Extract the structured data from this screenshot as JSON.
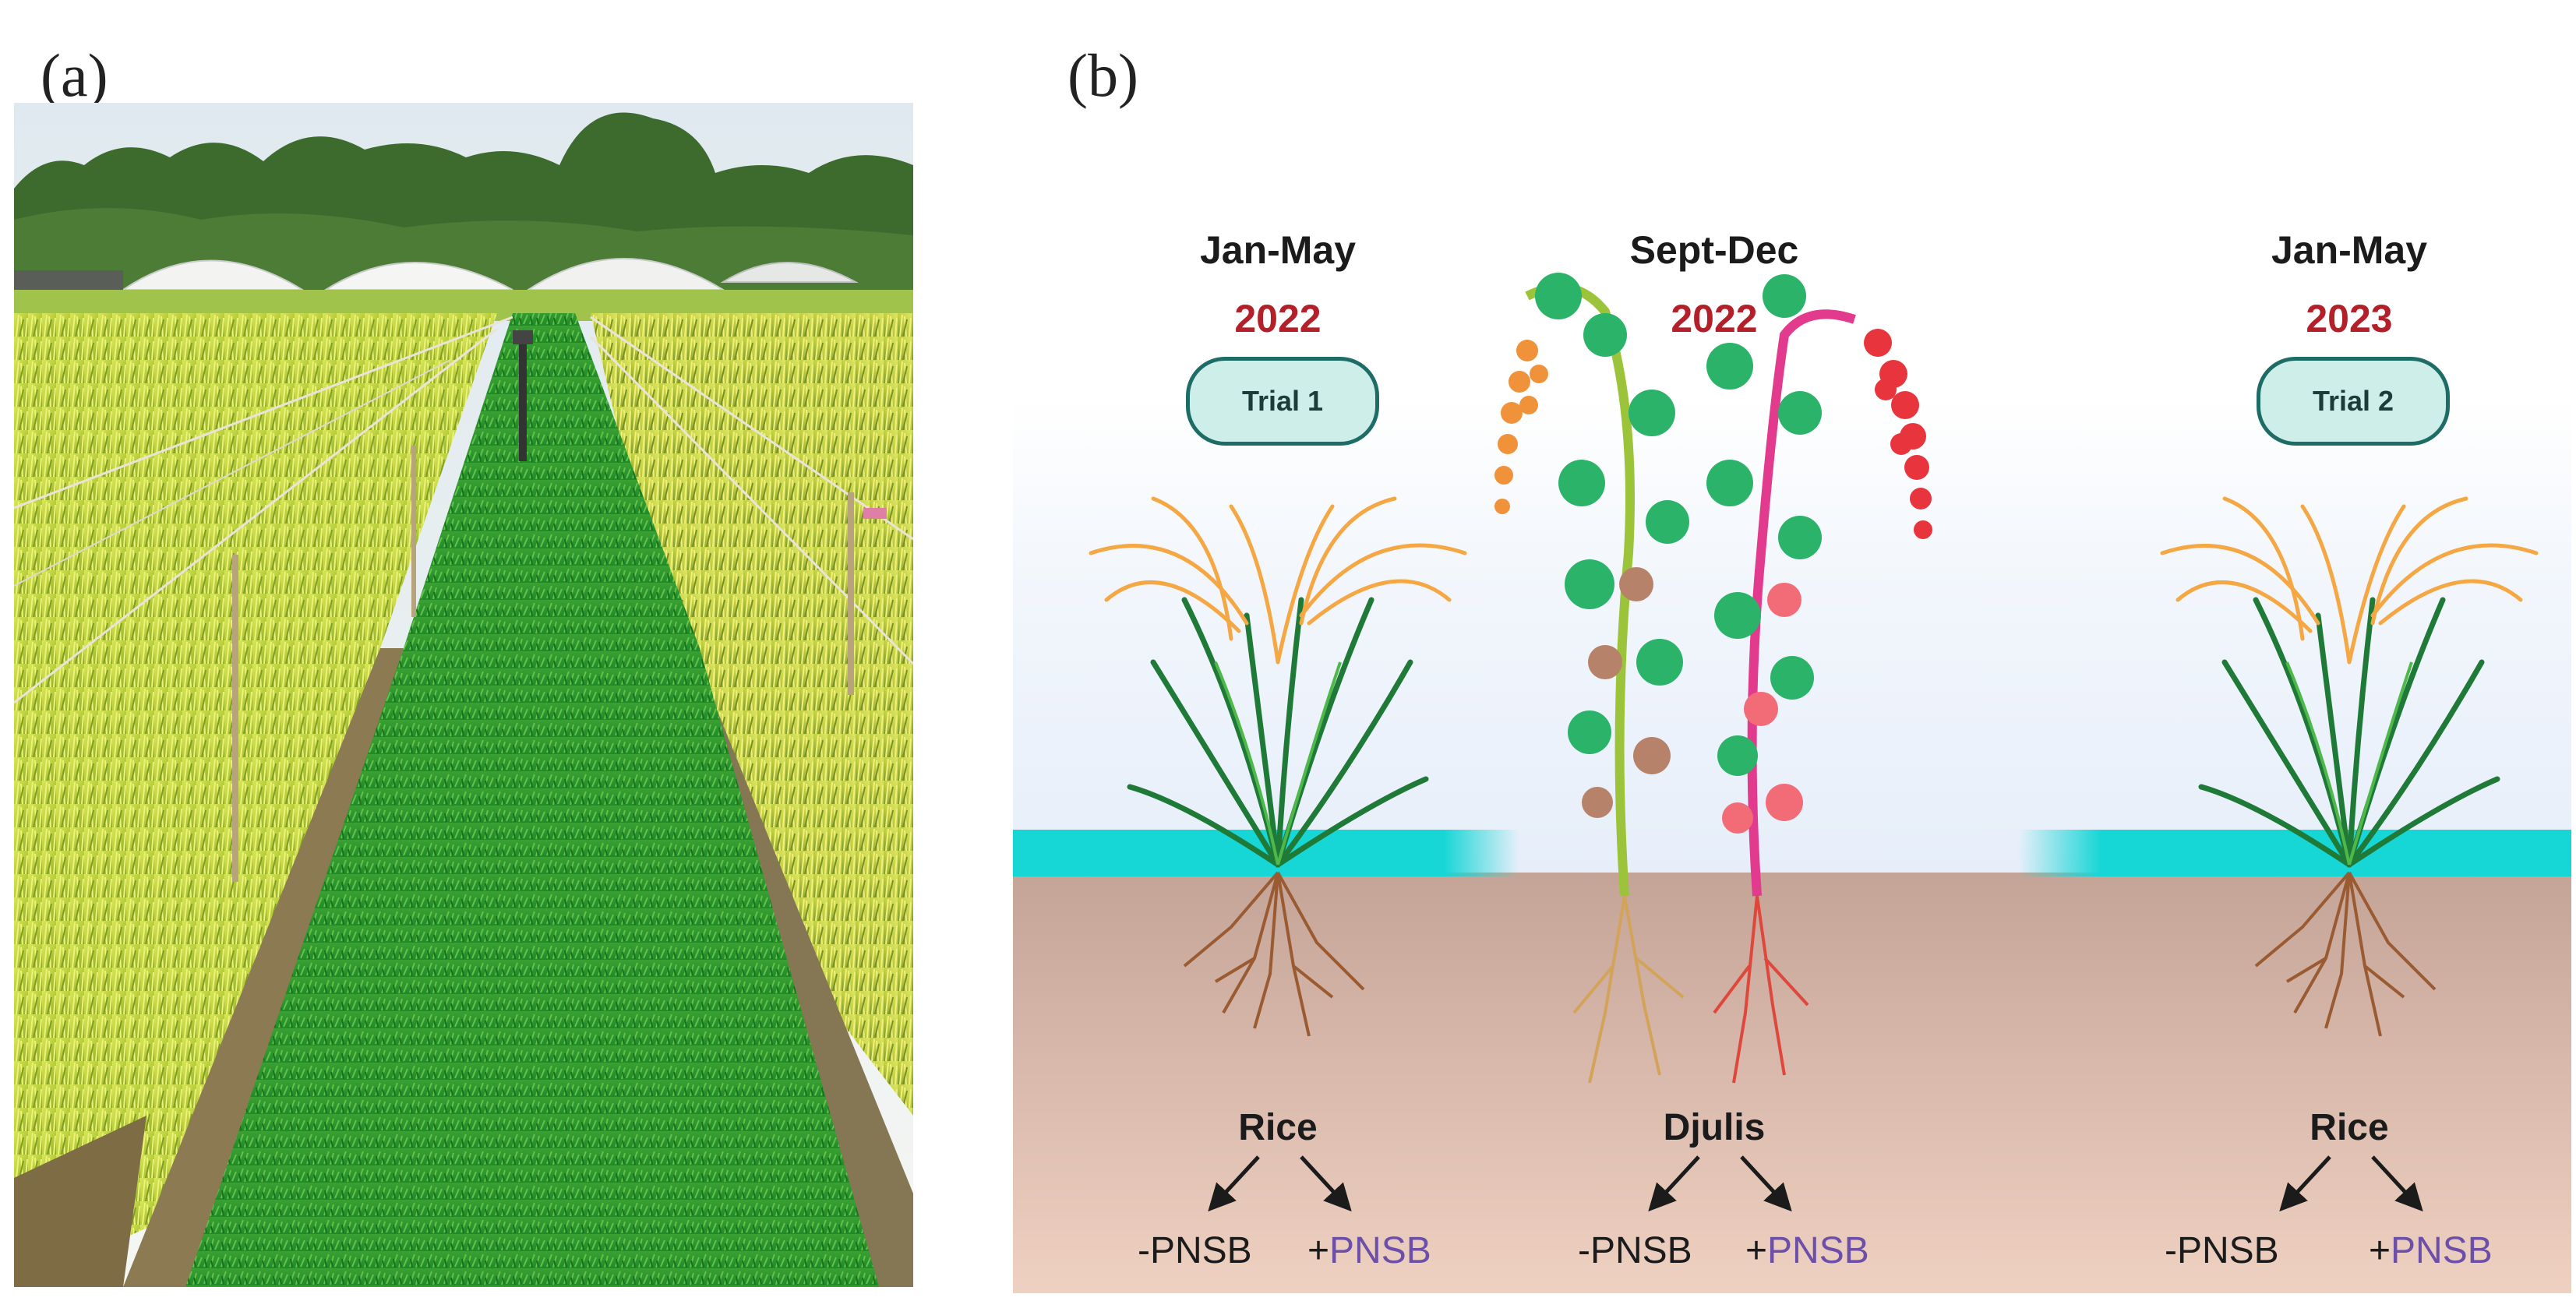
{
  "panels": {
    "a": {
      "label": "(a)"
    },
    "b": {
      "label": "(b)"
    }
  },
  "seasons": [
    {
      "period": "Jan-May",
      "year": "2022",
      "trial": "Trial 1",
      "crop": "Rice",
      "treatments": {
        "minus": "-PNSB",
        "plus_sign": "+",
        "plus_name": "PNSB"
      }
    },
    {
      "period": "Sept-Dec",
      "year": "2022",
      "trial": "",
      "crop": "Djulis",
      "treatments": {
        "minus": "-PNSB",
        "plus_sign": "+",
        "plus_name": "PNSB"
      }
    },
    {
      "period": "Jan-May",
      "year": "2023",
      "trial": "Trial 2",
      "crop": "Rice",
      "treatments": {
        "minus": "-PNSB",
        "plus_sign": "+",
        "plus_name": "PNSB"
      }
    }
  ],
  "colors": {
    "year": "#b3202a",
    "pnsb": "#6b4fa8",
    "water": "#17d6d6",
    "soil_top": "#c4a497",
    "soil_bottom": "#efd1c2",
    "trial_fill": "#cdeee9",
    "trial_border": "#1d6d66"
  }
}
